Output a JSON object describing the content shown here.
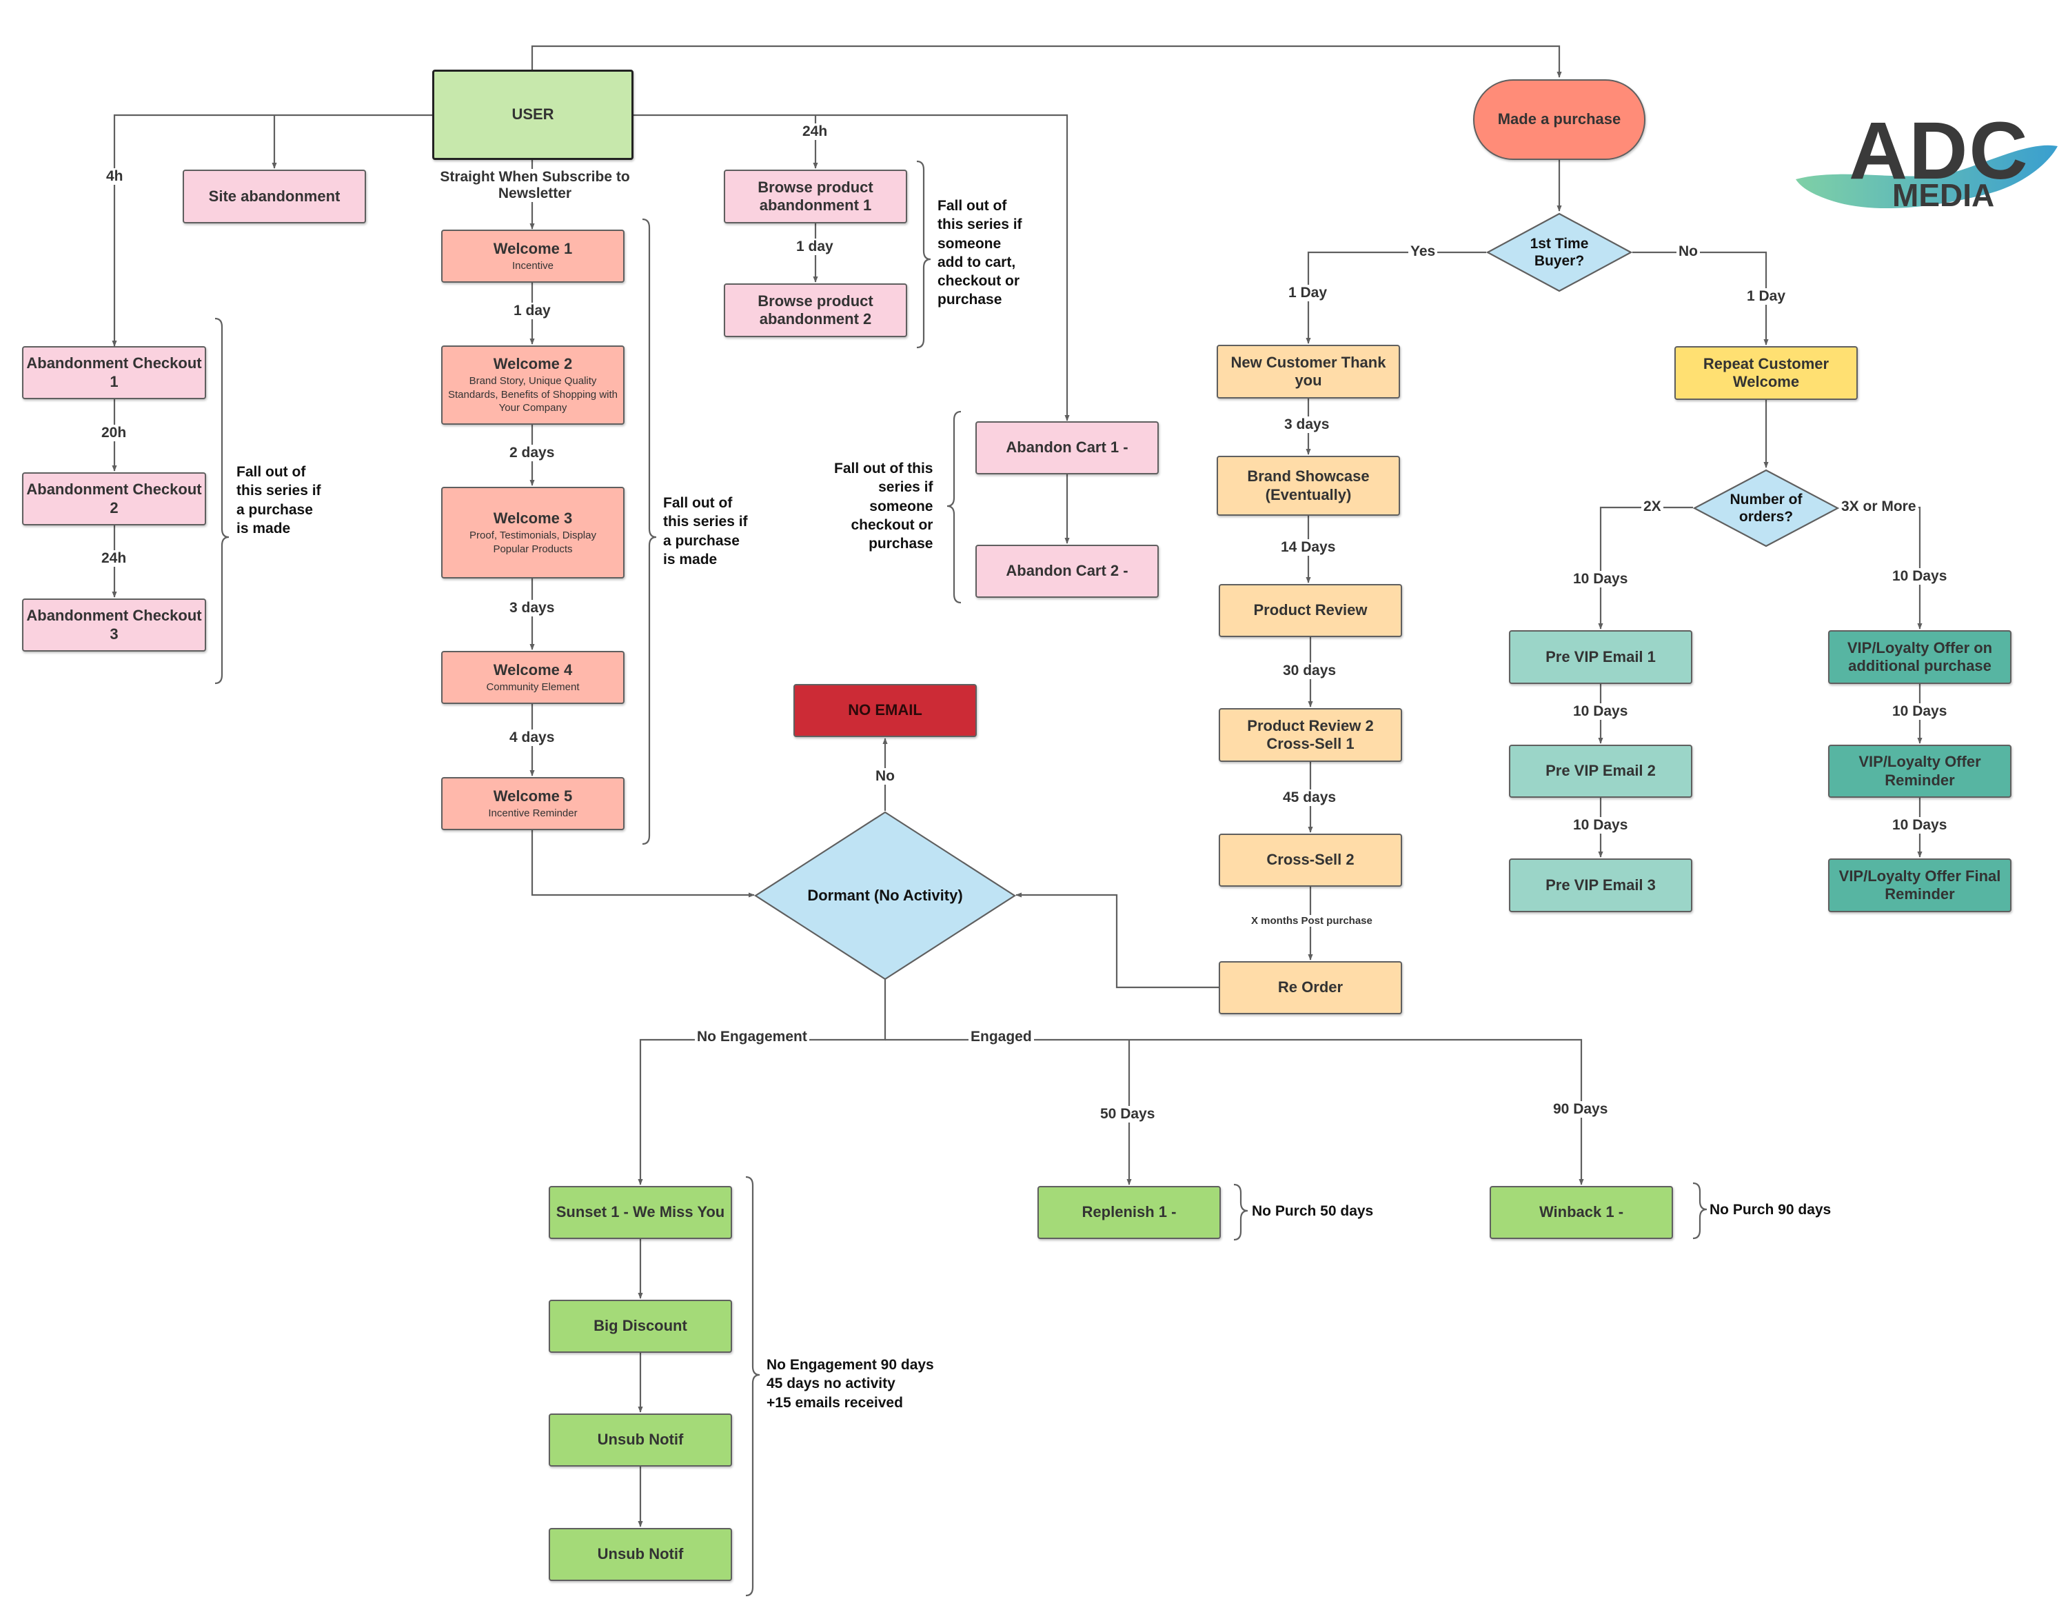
{
  "logo": {
    "text_top": "ADC",
    "text_bottom": "MEDIA",
    "colors": {
      "text": "#3a3a3a",
      "brush_start": "#7fd0a6",
      "brush_end": "#3a9fcf"
    }
  },
  "colors": {
    "line": "#5f5f5f",
    "diamond_fill": "#bfe3f4",
    "purchase_fill": "#ff8c78",
    "no_email_fill": "#cc2b36"
  },
  "nodes": {
    "user": "USER",
    "made_purchase": "Made a purchase",
    "site_abandonment": "Site abandonment",
    "abandon_checkout_1": "Abandonment Checkout 1",
    "abandon_checkout_2": "Abandonment Checkout 2",
    "abandon_checkout_3": "Abandonment Checkout 3",
    "welcome_1": {
      "title": "Welcome 1",
      "sub": "Incentive"
    },
    "welcome_2": {
      "title": "Welcome 2",
      "sub": "Brand Story, Unique Quality Standards, Benefits of Shopping with Your Company"
    },
    "welcome_3": {
      "title": "Welcome 3",
      "sub": "Proof, Testimonials, Display Popular Products"
    },
    "welcome_4": {
      "title": "Welcome 4",
      "sub": "Community Element"
    },
    "welcome_5": {
      "title": "Welcome 5",
      "sub": "Incentive Reminder"
    },
    "browse_1": "Browse product abandonment 1",
    "browse_2": "Browse product abandonment 2",
    "abandon_cart_1": "Abandon Cart 1 -",
    "abandon_cart_2": "Abandon Cart 2 -",
    "no_email": "NO EMAIL",
    "new_customer": "New Customer Thank you",
    "brand_showcase": "Brand Showcase (Eventually)",
    "product_review": "Product Review",
    "product_review_2": "Product Review 2 Cross-Sell 1",
    "cross_sell_2": "Cross-Sell 2",
    "re_order": "Re Order",
    "repeat_customer": "Repeat Customer Welcome",
    "pre_vip_1": "Pre VIP Email 1",
    "pre_vip_2": "Pre VIP Email 2",
    "pre_vip_3": "Pre VIP Email 3",
    "vip_1": "VIP/Loyalty Offer on additional purchase",
    "vip_2": "VIP/Loyalty Offer Reminder",
    "vip_3": "VIP/Loyalty Offer Final Reminder",
    "sunset_1": "Sunset 1 - We Miss You",
    "big_discount": "Big Discount",
    "unsub_1": "Unsub Notif",
    "unsub_2": "Unsub Notif",
    "replenish_1": "Replenish 1 -",
    "winback_1": "Winback 1 -"
  },
  "decisions": {
    "first_time": "1st Time Buyer?",
    "num_orders": "Number of orders?",
    "dormant": "Dormant (No Activity)"
  },
  "edge_labels": {
    "e_4h": "4h",
    "e_20h": "20h",
    "e_24h_a": "24h",
    "e_subscribe": "Straight When Subscribe to Newsletter",
    "e_1day_w": "1 day",
    "e_2days": "2 days",
    "e_3days": "3 days",
    "e_4days": "4 days",
    "e_24h_b": "24h",
    "e_1day_b": "1 day",
    "e_yes": "Yes",
    "e_no": "No",
    "e_1day_new": "1 Day",
    "e_1day_rep": "1 Day",
    "e_3days_p": "3 days",
    "e_14days": "14 Days",
    "e_30days": "30 days",
    "e_45days": "45 days",
    "e_xmonths": "X months Post purchase",
    "e_2x": "2X",
    "e_3x": "3X or More",
    "e_10days_a": "10 Days",
    "e_10days_b": "10 Days",
    "e_10days_c": "10 Days",
    "e_10days_d": "10 Days",
    "e_10days_e": "10 Days",
    "e_10days_f": "10 Days",
    "e_no_dormant": "No",
    "e_no_engagement": "No Engagement",
    "e_engaged": "Engaged",
    "e_50days": "50 Days",
    "e_90days": "90 Days"
  },
  "notes": {
    "fall_checkout": "Fall out of\nthis series if\na purchase\nis made",
    "fall_welcome": "Fall out of\nthis series if\na purchase\nis made",
    "fall_browse": "Fall out of\nthis series if\nsomeone\nadd to cart,\ncheckout or\npurchase",
    "fall_cart": "Fall out of this\nseries if\nsomeone\ncheckout or\npurchase",
    "no_purch_50": "No Purch 50 days",
    "no_purch_90": "No Purch 90 days",
    "sunset_note": "No Engagement 90 days\n45 days no activity\n+15 emails received"
  }
}
